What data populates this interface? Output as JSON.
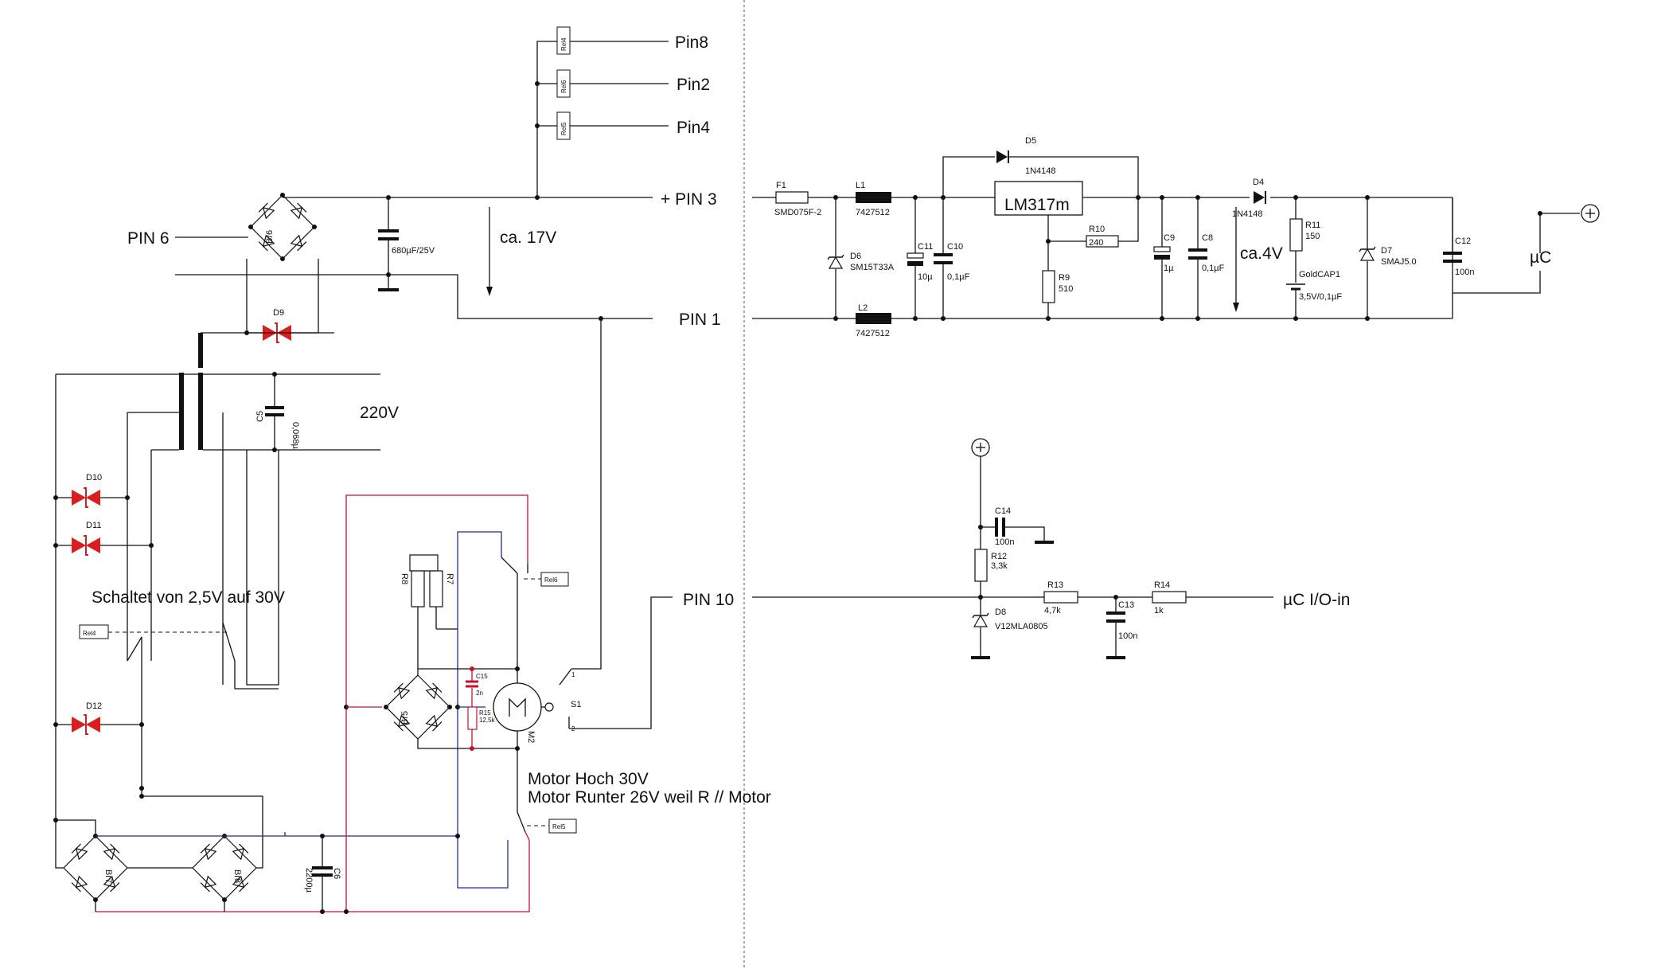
{
  "nets": {
    "pin8": "Pin8",
    "pin2": "Pin2",
    "pin4": "Pin4",
    "pin3": "+ PIN 3",
    "pin6": "PIN 6",
    "pin1": "PIN 1",
    "pin10": "PIN 10",
    "uc": "µC",
    "uc_io": "µC I/O-in"
  },
  "annotations": {
    "v17": "ca. 17V",
    "v4": "ca.4V",
    "mains": "220V",
    "switch_note": "Schaltet von 2,5V auf 30V",
    "motor_up": "Motor Hoch 30V",
    "motor_down": "Motor Runter 26V weil R // Motor"
  },
  "components": {
    "rel4": "Rel4",
    "rel6": "Rel6",
    "rel5": "Rel5",
    "c_main_name": "680µF/25V",
    "br6": "Br6",
    "br5": "Br5",
    "br7": "Br7",
    "br8": "Br8",
    "d9": "D9",
    "d10": "D10",
    "d11": "D11",
    "d12": "D12",
    "c5_name": "C5",
    "c5_value": "0,068µ",
    "c6_name": "C6",
    "c6_value": "2200µ",
    "r8": "R8",
    "r7": "R7",
    "c15_name": "C15",
    "c15_value": "2n",
    "r15_name": "R15",
    "r15_value": "12,5k",
    "m2": "M2",
    "s1": "S1",
    "s1_pin1": "1",
    "s1_pin2": "2",
    "f1_name": "F1",
    "f1_value": "SMD075F-2",
    "l1_name": "L1",
    "l1_value": "7427512",
    "l2_name": "L2",
    "l2_value": "7427512",
    "d6_name": "D6",
    "d6_value": "SM15T33A",
    "c11_name": "C11",
    "c11_value": "10µ",
    "c10_name": "C10",
    "c10_value": "0,1µF",
    "d5_name": "D5",
    "d5_value": "1N4148",
    "regulator": "LM317m",
    "r10_name": "R10",
    "r10_value": "240",
    "r9_name": "R9",
    "r9_value": "510",
    "c9_name": "C9",
    "c9_value": "1µ",
    "c8_name": "C8",
    "c8_value": "0,1µF",
    "d4_name": "D4",
    "d4_value": "1N4148",
    "r11_name": "R11",
    "r11_value": "150",
    "goldcap_name": "GoldCAP1",
    "goldcap_value": "3,5V/0,1µF",
    "d7_name": "D7",
    "d7_value": "SMAJ5.0",
    "c12_name": "C12",
    "c12_value": "100n",
    "c14_name": "C14",
    "c14_value": "100n",
    "r12_name": "R12",
    "r12_value": "3,3k",
    "d8_name": "D8",
    "d8_value": "V12MLA0805",
    "r13_name": "R13",
    "r13_value": "4,7k",
    "c13_name": "C13",
    "c13_value": "100n",
    "r14_name": "R14",
    "r14_value": "1k"
  },
  "colors": {
    "wire": "#111111",
    "red_wire": "#c8102e",
    "blue_wire": "#1f2c8f",
    "tvs": "#d81f1f"
  },
  "icons": {
    "supply_plus": "circled-plus-icon"
  }
}
